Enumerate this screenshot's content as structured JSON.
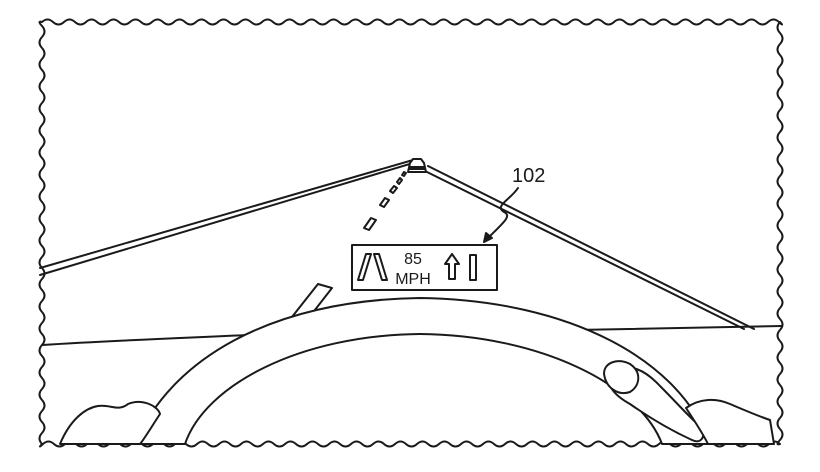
{
  "figure": {
    "reference_numeral": "102",
    "hud": {
      "speed_value": "85",
      "speed_unit": "MPH"
    }
  },
  "icons": {
    "lane_icon": "lane-lines-icon",
    "arrow_icon": "up-arrow-icon",
    "bar_icon": "vertical-bar-icon"
  },
  "colors": {
    "ink": "#1a1a1a",
    "paper": "#ffffff"
  }
}
